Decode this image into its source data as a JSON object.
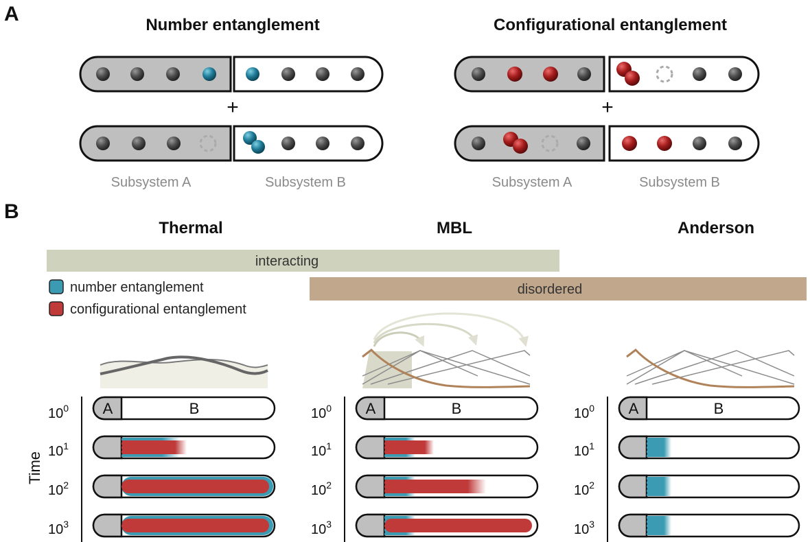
{
  "panel_a": {
    "letter": "A",
    "left_title": "Number entanglement",
    "right_title": "Configurational entanglement",
    "plus": "+",
    "subsystem_a": "Subsystem A",
    "subsystem_b": "Subsystem B"
  },
  "panel_b": {
    "letter": "B",
    "columns": [
      "Thermal",
      "MBL",
      "Anderson"
    ],
    "interacting_label": "interacting",
    "disordered_label": "disordered",
    "legend": {
      "number": "number entanglement",
      "configurational": "configurational entanglement"
    },
    "bar_label_a": "A",
    "bar_label_b": "B",
    "time_axis_label": "Time",
    "time_tick_base": "10",
    "time_exponents": [
      "0",
      "1",
      "2",
      "3"
    ]
  },
  "colors": {
    "number_entanglement": "#3a9bb3",
    "configurational_entanglement": "#c03a3a",
    "interacting_band": "#cfd2bd",
    "disordered_band": "#c1a78b",
    "subsystem_a_fill": "#bfbfbf"
  }
}
